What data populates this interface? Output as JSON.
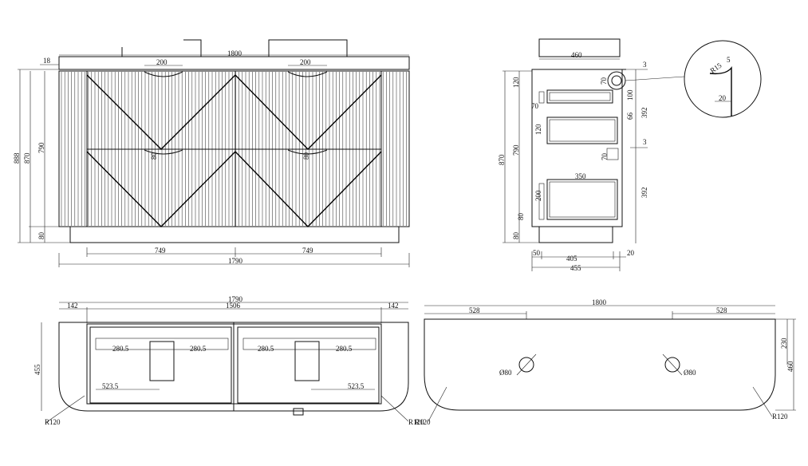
{
  "front_view": {
    "width_1800": "1800",
    "sink_w_left": "200",
    "sink_w_right": "200",
    "offset_18": "18",
    "h_888": "888",
    "h_870": "870",
    "h_790": "790",
    "h_80": "80",
    "mark_left": "80",
    "mark_right": "80",
    "w_749_left": "749",
    "w_749_right": "749",
    "w_1790": "1790"
  },
  "side_view": {
    "top_460": "460",
    "d_120_top": "120",
    "d_70_small": "70",
    "d_70_b": "70",
    "d_100": "100",
    "d_66": "66",
    "d_392_top": "392",
    "d_3_top": "3",
    "d_120_mid": "120",
    "d_70_mid": "70",
    "d_3_mid": "3",
    "h_870": "870",
    "h_790": "790",
    "w_350": "350",
    "d_200": "200",
    "d_80_small": "80",
    "d_392_bot": "392",
    "h_80": "80",
    "b_50": "50",
    "b_405": "405",
    "b_20": "20",
    "b_455": "455"
  },
  "detail": {
    "r15": "R15",
    "five": "5",
    "twenty": "20"
  },
  "plan_cabinet": {
    "w_1790": "1790",
    "w_142_left": "142",
    "w_1506": "1506",
    "w_142_right": "142",
    "d_455": "455",
    "d_280_1": "280.5",
    "d_280_2": "280.5",
    "d_280_3": "280.5",
    "d_280_4": "280.5",
    "d_523_left": "523.5",
    "d_523_right": "523.5",
    "r_left": "R120",
    "r_right": "R120"
  },
  "plan_top": {
    "w_1800": "1800",
    "w_528_left": "528",
    "w_528_right": "528",
    "d_230": "230",
    "d_460": "460",
    "hole_left": "Ø80",
    "hole_right": "Ø80",
    "r_left": "R120",
    "r_right": "R120"
  }
}
